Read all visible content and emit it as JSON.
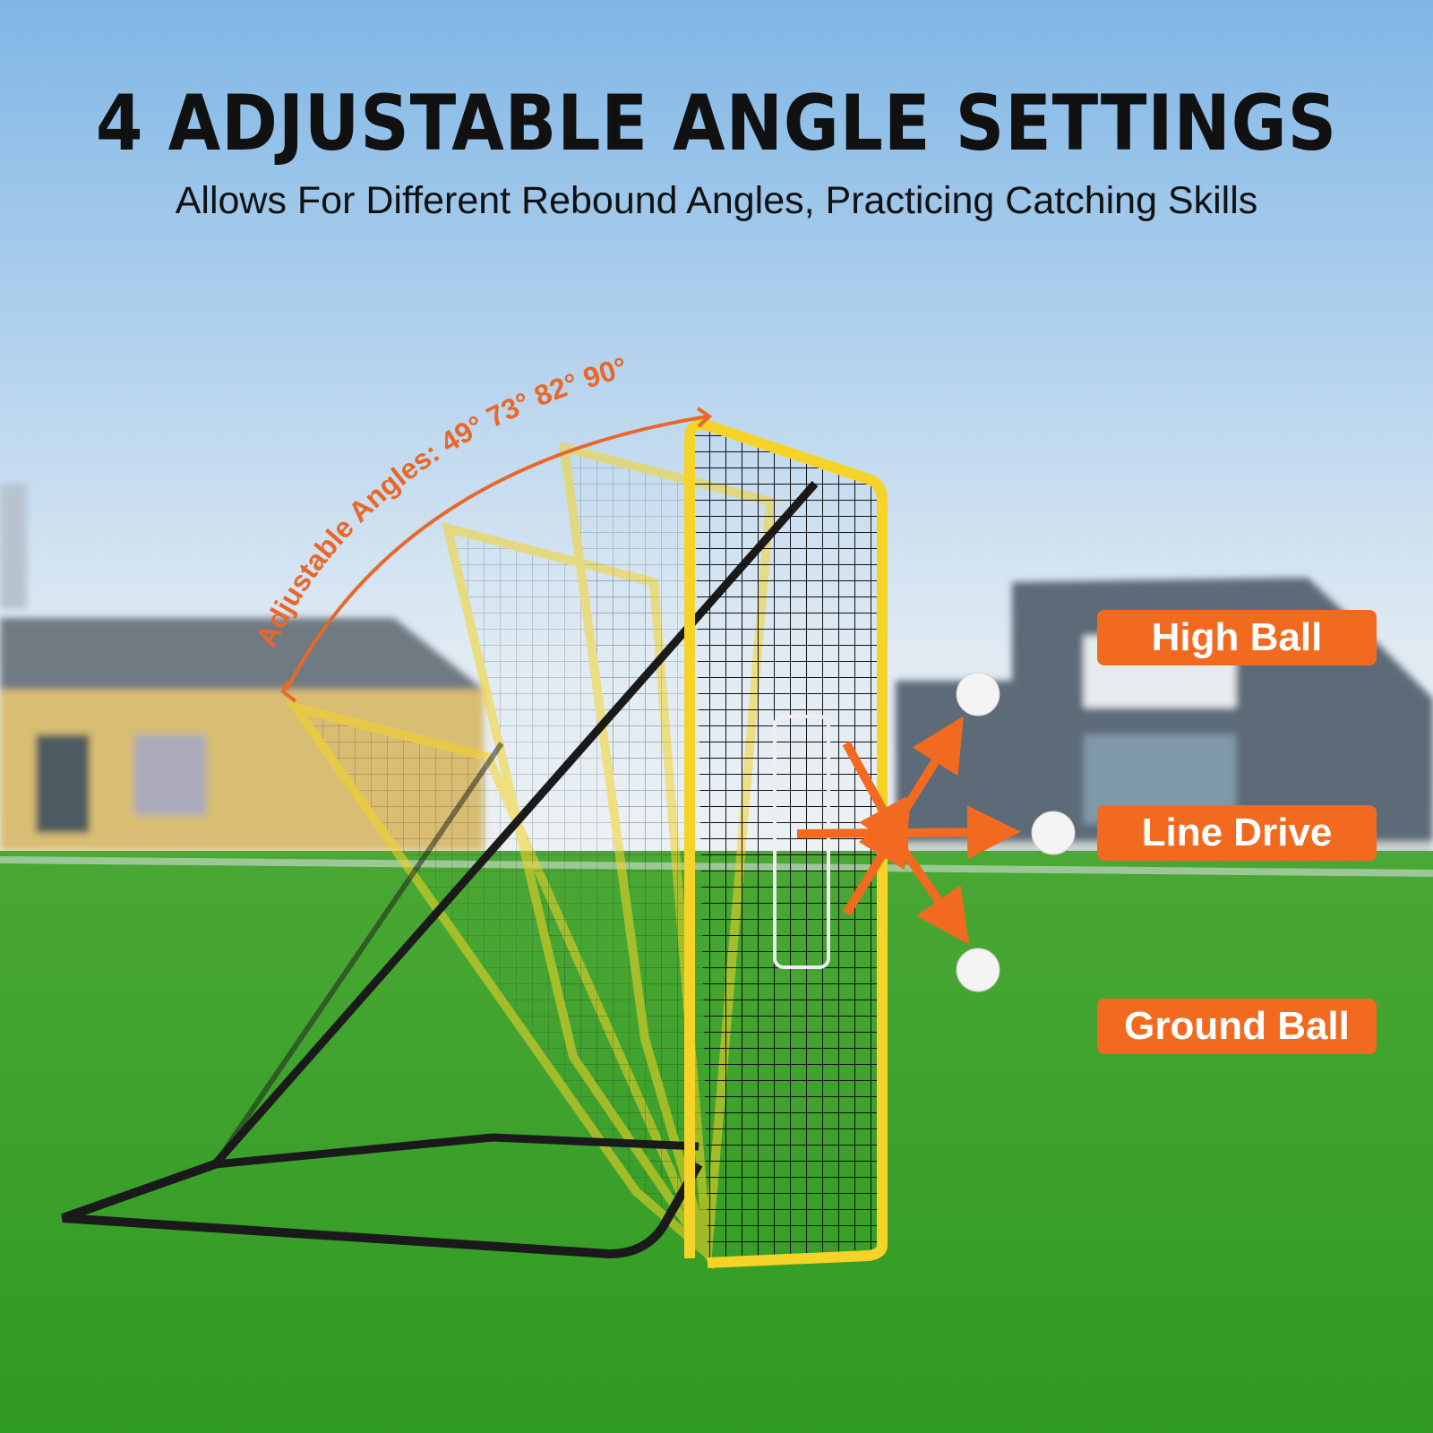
{
  "header": {
    "title": "4 ADJUSTABLE ANGLE SETTINGS",
    "subtitle": "Allows For Different Rebound Angles, Practicing Catching Skills"
  },
  "angles": {
    "label": "Adjustable Angles: 49° 73° 82° 90°",
    "values_deg": [
      49,
      73,
      82,
      90
    ]
  },
  "rebound_labels": [
    {
      "label": "High Ball"
    },
    {
      "label": "Line Drive"
    },
    {
      "label": "Ground Ball"
    }
  ],
  "colors": {
    "accent": "#f26a1f",
    "frame": "#f5d327",
    "grass": "#3fa22a",
    "sky": "#8fc0e8"
  }
}
